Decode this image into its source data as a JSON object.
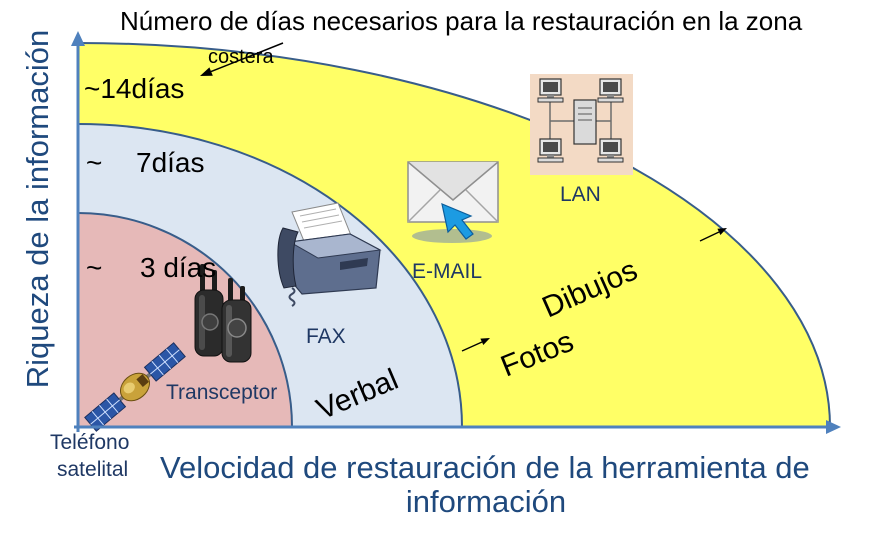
{
  "title": {
    "line1": "Número de días necesarios para la restauración en la zona",
    "line2": "costera"
  },
  "bands": {
    "outer": {
      "label": "~14días",
      "color": "#FFFF66"
    },
    "middle": {
      "tilde": "~",
      "label": "7días",
      "color": "#DCE6F2"
    },
    "inner": {
      "tilde": "~",
      "label": "3 días",
      "color": "#E6B9B8"
    },
    "border_color": "#385D8A"
  },
  "axes": {
    "y_label": "Riqueza de la información",
    "x_label": [
      "Velocidad de restauración de la herramienta de",
      "información"
    ],
    "color": "#4F81BD",
    "label_color": "#1F497D"
  },
  "tools": {
    "satellite": {
      "label": [
        "Teléfono",
        "satelital"
      ],
      "icon": "satellite-icon"
    },
    "transceiver": {
      "label": "Transceptor",
      "icon": "walkie-talkie-icon"
    },
    "fax": {
      "label": "FAX",
      "icon": "fax-icon"
    },
    "email": {
      "label": "E-MAIL",
      "icon": "email-icon"
    },
    "lan": {
      "label": "LAN",
      "icon": "lan-network-icon"
    },
    "label_color": "#1F3864"
  },
  "media": {
    "verbal": "Verbal",
    "photos": "Fotos",
    "drawings": "Dibujos"
  }
}
